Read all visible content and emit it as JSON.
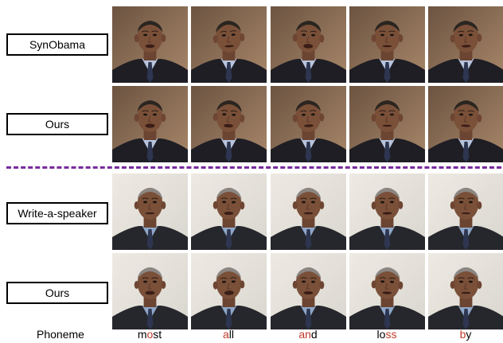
{
  "rows": [
    {
      "label": "SynObama"
    },
    {
      "label": "Ours"
    },
    {
      "label": "Write-a-speaker"
    },
    {
      "label": "Ours"
    }
  ],
  "phoneme_label": "Phoneme",
  "words": [
    {
      "pre": "m",
      "hl": "o",
      "post": "st"
    },
    {
      "pre": "",
      "hl": "a",
      "post": "ll"
    },
    {
      "pre": "",
      "hl": "an",
      "post": "d"
    },
    {
      "pre": "lo",
      "hl": "ss",
      "post": ""
    },
    {
      "pre": "",
      "hl": "b",
      "post": "y"
    }
  ],
  "colors": {
    "divider": "#7a2aa0",
    "highlight": "#c0392b"
  }
}
